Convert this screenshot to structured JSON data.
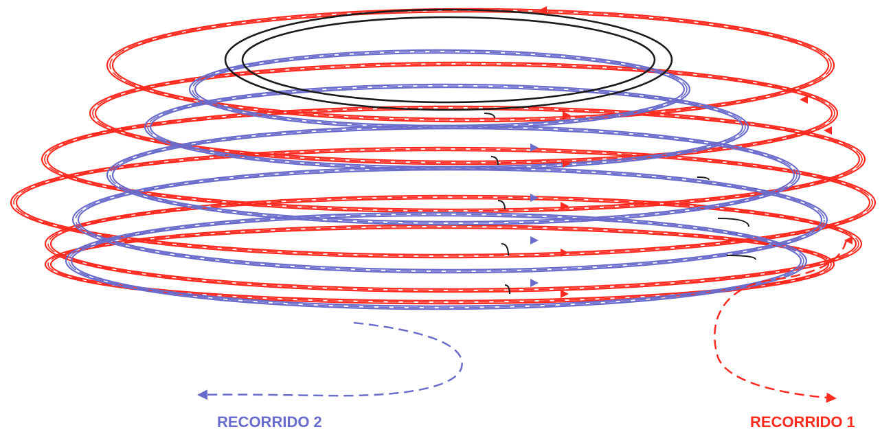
{
  "labels": {
    "route_2": "RECORRIDO 2",
    "route_1": "RECORRIDO 1"
  },
  "colors": {
    "route_1": "#ff2a1f",
    "route_2": "#6a6ccc",
    "core": "#1a1a1a",
    "background": "#ffffff"
  },
  "diagram": {
    "kind": "spiral-route-diagram",
    "route_1_turns": 6,
    "route_2_turns": 5,
    "style": "double-track-with-dashed-centerline"
  }
}
